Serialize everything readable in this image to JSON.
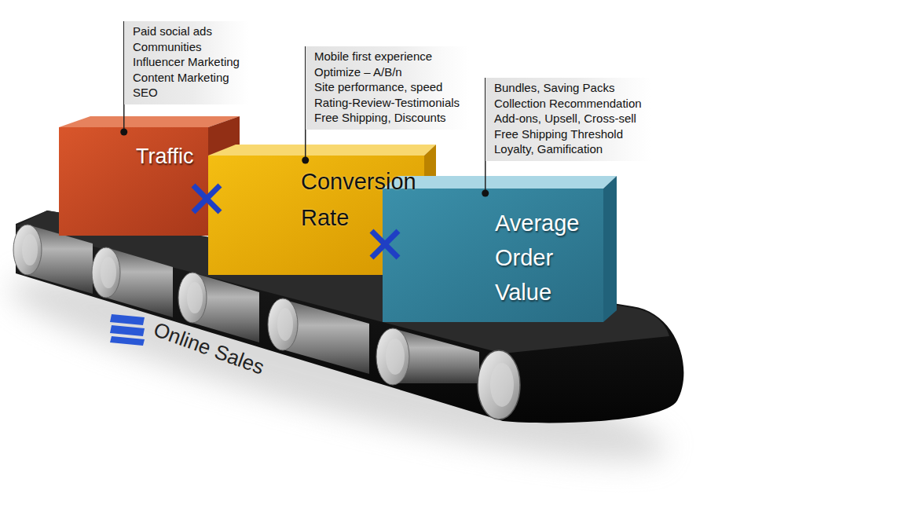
{
  "diagram": {
    "nodes": [
      {
        "text": [
          "Traffic"
        ]
      },
      {
        "text": [
          "Conversion Rate"
        ]
      },
      {
        "text": [
          "Average Order Value"
        ]
      },
      {
        "text": [
          "Paid social ads",
          "Communities",
          "Influencer Marketing",
          "Content Marketing",
          "SEO"
        ]
      },
      {
        "text": [
          "Mobile first experience",
          "Optimize – A/B/n",
          "Site performance, speed",
          "Rating-Review-Testimonials",
          "Free Shipping, Discounts"
        ]
      },
      {
        "text": [
          "Bundles, Saving Packs",
          "Collection Recommendation",
          "Add-ons, Upsell, Cross-sell",
          "Free Shipping Threshold",
          "Loyalty, Gamification"
        ]
      }
    ],
    "edges": [
      {
        "from": 3,
        "to": 0,
        "arrow": "none"
      },
      {
        "from": 4,
        "to": 1,
        "arrow": "none"
      },
      {
        "from": 5,
        "to": 2,
        "arrow": "none"
      }
    ],
    "labels": [
      "Online Sales"
    ]
  }
}
